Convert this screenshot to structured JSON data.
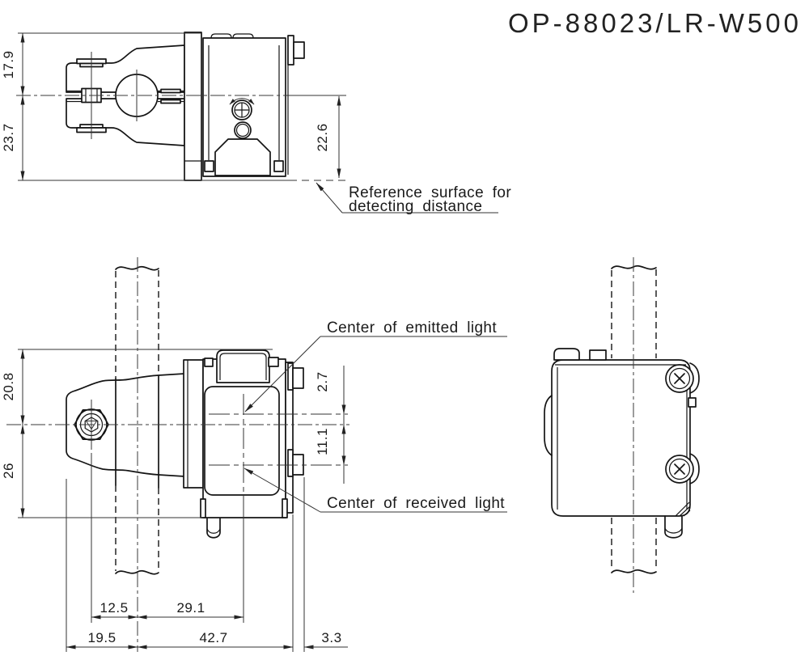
{
  "title": "OP-88023/LR-W500",
  "annotations": {
    "reference_surface": {
      "line1": "Reference surface for",
      "line2": "detecting distance"
    },
    "emitted": "Center of emitted light",
    "received": "Center of received light"
  },
  "dimensions": {
    "top_view": {
      "height_upper": "17.9",
      "height_lower": "23.7",
      "right_height": "22.6"
    },
    "front_view": {
      "left_upper": "20.8",
      "left_lower": "26",
      "emitted_offset": "2.7",
      "received_offset": "11.1",
      "row1": [
        "12.5",
        "29.1"
      ],
      "row2": [
        "19.5",
        "42.7",
        "3.3"
      ]
    }
  },
  "colors": {
    "line": "#141414",
    "thin_line": "#333333",
    "background": "#ffffff"
  }
}
